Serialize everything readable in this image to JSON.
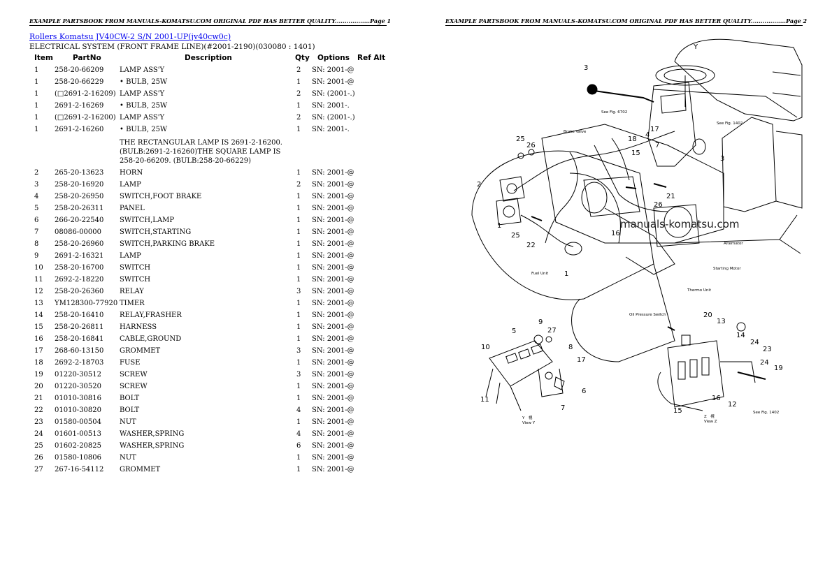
{
  "header": {
    "left_text": "EXAMPLE PARTSBOOK FROM MANUALS-KOMATSU.COM ORIGINAL PDF HAS BETTER QUALITY..................Page 1",
    "right_text": "EXAMPLE PARTSBOOK FROM MANUALS-KOMATSU.COM ORIGINAL PDF HAS BETTER QUALITY..................Page 2"
  },
  "title_link": "Rollers Komatsu JV40CW-2 S/N 2001-UP(jv40cw0c)",
  "subtitle": "ELECTRICAL SYSTEM (FRONT FRAME LINE)(#2001-2190)(030080 : 1401)",
  "columns": {
    "item": "Item",
    "partno": "PartNo",
    "description": "Description",
    "qty": "Qty",
    "options": "Options",
    "ref_alt": "Ref Alt"
  },
  "rows": [
    {
      "item": "1",
      "partno": "258-20-66209",
      "desc": "LAMP ASS'Y",
      "qty": "2",
      "options": "SN: 2001-@"
    },
    {
      "item": "1",
      "partno": "258-20-66229",
      "desc": "• BULB, 25W",
      "qty": "1",
      "options": "SN: 2001-@"
    },
    {
      "item": "1",
      "partno": "(□2691-2-16209)",
      "desc": "LAMP ASS'Y",
      "qty": "2",
      "options": "SN: (2001-.)"
    },
    {
      "item": "1",
      "partno": "2691-2-16269",
      "desc": "• BULB, 25W",
      "qty": "1",
      "options": "SN: 2001-."
    },
    {
      "item": "1",
      "partno": "(□2691-2-16200)",
      "desc": "LAMP ASS'Y",
      "qty": "2",
      "options": "SN: (2001-.)"
    },
    {
      "item": "1",
      "partno": "2691-2-16260",
      "desc": "• BULB, 25W",
      "qty": "1",
      "options": "SN: 2001-."
    }
  ],
  "note": "THE RECTANGULAR LAMP IS 2691-2-16200. (BULB:2691-2-16260)THE SQUARE LAMP IS 258-20-66209. (BULB:258-20-66229)",
  "rows2": [
    {
      "item": "2",
      "partno": "265-20-13623",
      "desc": "HORN",
      "qty": "1",
      "options": "SN: 2001-@"
    },
    {
      "item": "3",
      "partno": "258-20-16920",
      "desc": "LAMP",
      "qty": "2",
      "options": "SN: 2001-@"
    },
    {
      "item": "4",
      "partno": "258-20-26950",
      "desc": "SWITCH,FOOT BRAKE",
      "qty": "1",
      "options": "SN: 2001-@"
    },
    {
      "item": "5",
      "partno": "258-20-26311",
      "desc": "PANEL",
      "qty": "1",
      "options": "SN: 2001-@"
    },
    {
      "item": "6",
      "partno": "266-20-22540",
      "desc": "SWITCH,LAMP",
      "qty": "1",
      "options": "SN: 2001-@"
    },
    {
      "item": "7",
      "partno": "08086-00000",
      "desc": "SWITCH,STARTING",
      "qty": "1",
      "options": "SN: 2001-@"
    },
    {
      "item": "8",
      "partno": "258-20-26960",
      "desc": "SWITCH,PARKING BRAKE",
      "qty": "1",
      "options": "SN: 2001-@"
    },
    {
      "item": "9",
      "partno": "2691-2-16321",
      "desc": "LAMP",
      "qty": "1",
      "options": "SN: 2001-@"
    },
    {
      "item": "10",
      "partno": "258-20-16700",
      "desc": "SWITCH",
      "qty": "1",
      "options": "SN: 2001-@"
    },
    {
      "item": "11",
      "partno": "2692-2-18220",
      "desc": "SWITCH",
      "qty": "1",
      "options": "SN: 2001-@"
    },
    {
      "item": "12",
      "partno": "258-20-26360",
      "desc": "RELAY",
      "qty": "3",
      "options": "SN: 2001-@"
    },
    {
      "item": "13",
      "partno": "YM128300-77920",
      "desc": "TIMER",
      "qty": "1",
      "options": "SN: 2001-@"
    },
    {
      "item": "14",
      "partno": "258-20-16410",
      "desc": "RELAY,FRASHER",
      "qty": "1",
      "options": "SN: 2001-@"
    },
    {
      "item": "15",
      "partno": "258-20-26811",
      "desc": "HARNESS",
      "qty": "1",
      "options": "SN: 2001-@"
    },
    {
      "item": "16",
      "partno": "258-20-16841",
      "desc": "CABLE,GROUND",
      "qty": "1",
      "options": "SN: 2001-@"
    },
    {
      "item": "17",
      "partno": "268-60-13150",
      "desc": "GROMMET",
      "qty": "3",
      "options": "SN: 2001-@"
    },
    {
      "item": "18",
      "partno": "2692-2-18703",
      "desc": "FUSE",
      "qty": "1",
      "options": "SN: 2001-@"
    },
    {
      "item": "19",
      "partno": "01220-30512",
      "desc": "SCREW",
      "qty": "3",
      "options": "SN: 2001-@"
    },
    {
      "item": "20",
      "partno": "01220-30520",
      "desc": "SCREW",
      "qty": "1",
      "options": "SN: 2001-@"
    },
    {
      "item": "21",
      "partno": "01010-30816",
      "desc": "BOLT",
      "qty": "1",
      "options": "SN: 2001-@"
    },
    {
      "item": "22",
      "partno": "01010-30820",
      "desc": "BOLT",
      "qty": "4",
      "options": "SN: 2001-@"
    },
    {
      "item": "23",
      "partno": "01580-00504",
      "desc": "NUT",
      "qty": "1",
      "options": "SN: 2001-@"
    },
    {
      "item": "24",
      "partno": "01601-00513",
      "desc": "WASHER,SPRING",
      "qty": "4",
      "options": "SN: 2001-@"
    },
    {
      "item": "25",
      "partno": "01602-20825",
      "desc": "WASHER,SPRING",
      "qty": "6",
      "options": "SN: 2001-@"
    },
    {
      "item": "26",
      "partno": "01580-10806",
      "desc": "NUT",
      "qty": "1",
      "options": "SN: 2001-@"
    },
    {
      "item": "27",
      "partno": "267-16-54112",
      "desc": "GROMMET",
      "qty": "1",
      "options": "SN: 2001-@"
    }
  ],
  "diagram": {
    "watermark": "manuals-komatsu.com",
    "callouts": [
      "1",
      "2",
      "3",
      "4",
      "5",
      "6",
      "7",
      "8",
      "9",
      "10",
      "11",
      "12",
      "13",
      "14",
      "15",
      "16",
      "17",
      "18",
      "19",
      "20",
      "21",
      "22",
      "23",
      "24",
      "25",
      "26",
      "27",
      "Y",
      "Z"
    ],
    "view_y": "View Y",
    "view_z": "View Z",
    "jp_y": "Y　視",
    "jp_z": "Z　視",
    "caption_brake_valve": "Brake Valve",
    "caption_fuel_unit": "Fuel Unit",
    "caption_alternator": "Alternator",
    "caption_starting_motor": "Starting Motor",
    "caption_thermo_unit": "Thermo Unit",
    "caption_oil_pressure": "Oil Pressure Switch",
    "caption_fig_6702": "See Fig. 6702",
    "caption_fig_1402": "See Fig. 1402"
  }
}
